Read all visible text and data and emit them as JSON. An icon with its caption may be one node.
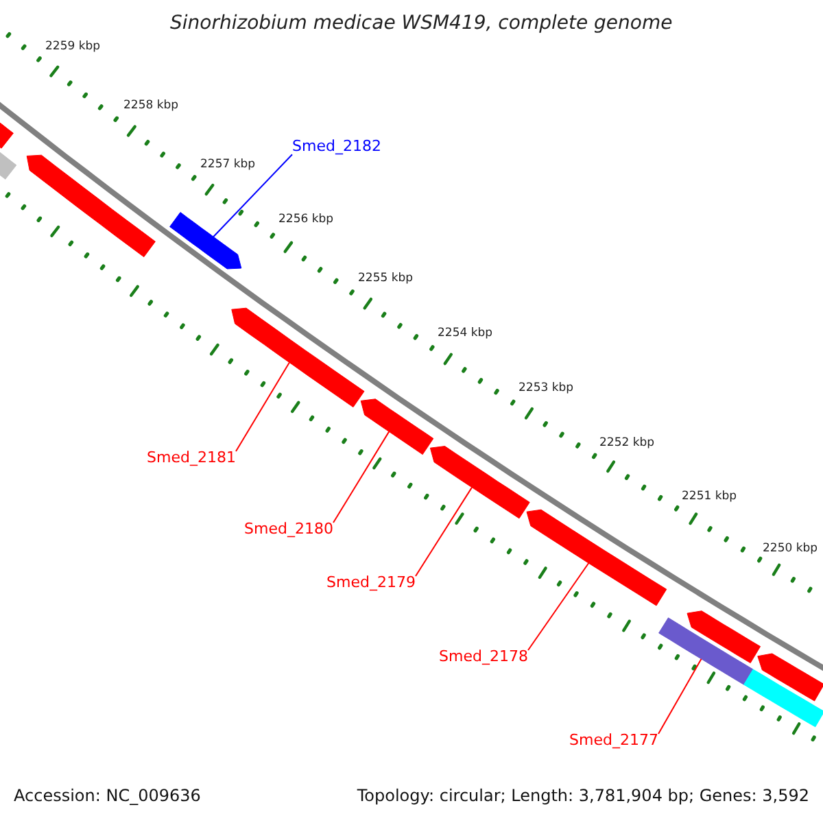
{
  "diagram": {
    "title": "Sinorhizobium medicae WSM419, complete genome",
    "nodes": [
      {
        "text": [],
        "shape": "bar"
      },
      {
        "text": [],
        "shape": "box"
      },
      {
        "text": [],
        "shape": "bar"
      },
      {
        "text": [
          "Smed_2182"
        ]
      },
      {
        "text": [],
        "shape": "bar"
      },
      {
        "text": [
          "Smed_2181"
        ]
      },
      {
        "text": [],
        "shape": "bar"
      },
      {
        "text": [
          "Smed_2180"
        ]
      },
      {
        "text": [],
        "shape": "bar"
      },
      {
        "text": [
          "Smed_2179"
        ]
      },
      {
        "text": [],
        "shape": "bar"
      },
      {
        "text": [
          "Smed_2178"
        ]
      },
      {
        "text": [],
        "shape": "bar"
      },
      {
        "text": [],
        "shape": "bar"
      },
      {
        "text": [
          "Smed_2177"
        ]
      },
      {
        "text": [],
        "shape": "box"
      },
      {
        "text": [],
        "shape": "bar"
      },
      {
        "text": [],
        "shape": "box"
      }
    ],
    "edges": [
      {
        "from": 3,
        "to": 4,
        "arrow": "none",
        "color": "#0000ff"
      },
      {
        "from": 5,
        "to": 6,
        "arrow": "none"
      },
      {
        "from": 7,
        "to": 8,
        "arrow": "none"
      },
      {
        "from": 9,
        "to": 10,
        "arrow": "none"
      },
      {
        "from": 11,
        "to": 12,
        "arrow": "none"
      },
      {
        "from": 14,
        "to": 15,
        "arrow": "none"
      }
    ],
    "labels": [
      "2259 kbp",
      "2258 kbp",
      "2257 kbp",
      "2256 kbp",
      "2255 kbp",
      "2254 kbp",
      "2253 kbp",
      "2252 kbp",
      "2251 kbp",
      "2250 kbp",
      "Accession: NC_009636",
      "Topology: circular; Length: 3,781,904 bp; Genes: 3,592"
    ]
  }
}
